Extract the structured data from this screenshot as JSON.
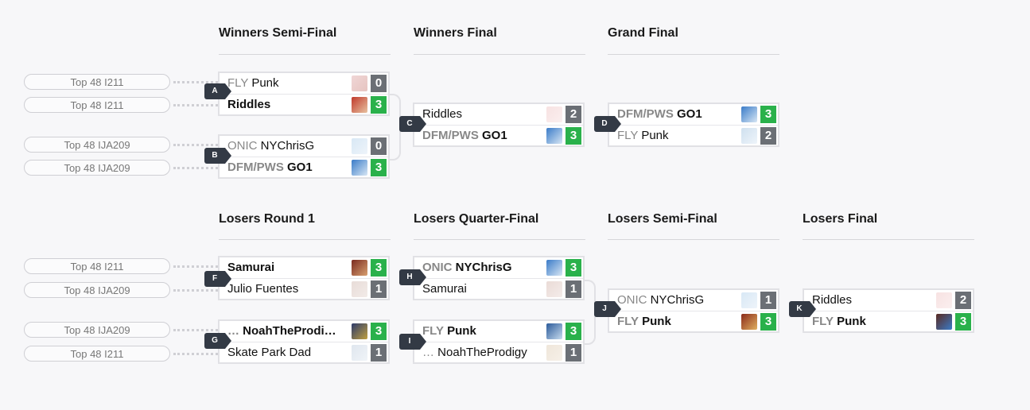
{
  "rounds": {
    "wsf": "Winners Semi-Final",
    "wf": "Winners Final",
    "gf": "Grand Final",
    "lr1": "Losers Round 1",
    "lqf": "Losers Quarter-Final",
    "lsf": "Losers Semi-Final",
    "lf": "Losers Final"
  },
  "sources": [
    "Top 48 I211",
    "Top 48 I211",
    "Top 48 IJA209",
    "Top 48 IJA209",
    "Top 48 I211",
    "Top 48 IJA209",
    "Top 48 IJA209",
    "Top 48 I211"
  ],
  "sets": {
    "A": {
      "id": "A",
      "top": {
        "prefix": "FLY",
        "name": "Punk",
        "score": "0"
      },
      "bot": {
        "prefix": "",
        "name": "Riddles",
        "score": "3"
      }
    },
    "B": {
      "id": "B",
      "top": {
        "prefix": "ONIC",
        "name": "NYChrisG",
        "score": "0"
      },
      "bot": {
        "prefix": "DFM/PWS",
        "name": "GO1",
        "score": "3"
      }
    },
    "C": {
      "id": "C",
      "top": {
        "prefix": "",
        "name": "Riddles",
        "score": "2"
      },
      "bot": {
        "prefix": "DFM/PWS",
        "name": "GO1",
        "score": "3"
      }
    },
    "D": {
      "id": "D",
      "top": {
        "prefix": "DFM/PWS",
        "name": "GO1",
        "score": "3"
      },
      "bot": {
        "prefix": "FLY",
        "name": "Punk",
        "score": "2"
      }
    },
    "F": {
      "id": "F",
      "top": {
        "prefix": "",
        "name": "Samurai",
        "score": "3"
      },
      "bot": {
        "prefix": "",
        "name": "Julio Fuentes",
        "score": "1"
      }
    },
    "G": {
      "id": "G",
      "top": {
        "prefix": "…",
        "name": "NoahTheProdi…",
        "score": "3"
      },
      "bot": {
        "prefix": "",
        "name": "Skate Park Dad",
        "score": "1"
      }
    },
    "H": {
      "id": "H",
      "top": {
        "prefix": "ONIC",
        "name": "NYChrisG",
        "score": "3"
      },
      "bot": {
        "prefix": "",
        "name": "Samurai",
        "score": "1"
      }
    },
    "I": {
      "id": "I",
      "top": {
        "prefix": "FLY",
        "name": "Punk",
        "score": "3"
      },
      "bot": {
        "prefix": "…",
        "name": "NoahTheProdigy",
        "score": "1"
      }
    },
    "J": {
      "id": "J",
      "top": {
        "prefix": "ONIC",
        "name": "NYChrisG",
        "score": "1"
      },
      "bot": {
        "prefix": "FLY",
        "name": "Punk",
        "score": "3"
      }
    },
    "K": {
      "id": "K",
      "top": {
        "prefix": "",
        "name": "Riddles",
        "score": "2"
      },
      "bot": {
        "prefix": "FLY",
        "name": "Punk",
        "score": "3"
      }
    }
  },
  "colors": {
    "win": "#2ab14b",
    "lose": "#6b6f75",
    "badge": "#333a45"
  }
}
